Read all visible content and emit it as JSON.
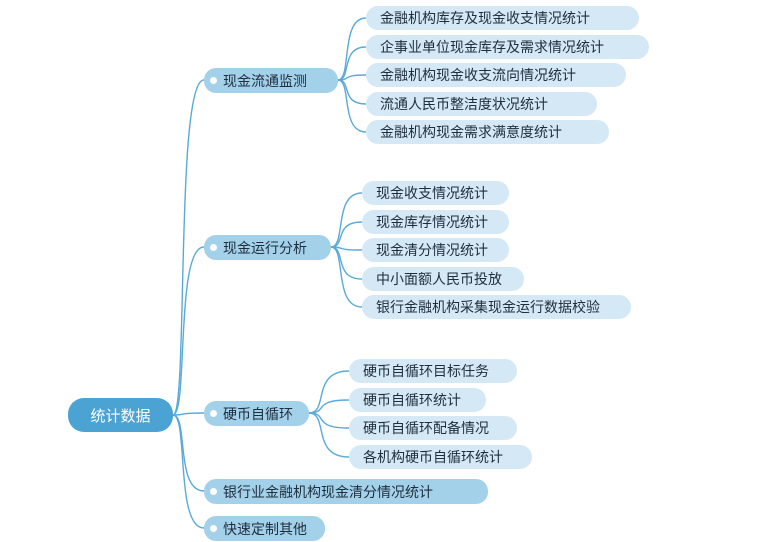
{
  "colors": {
    "root": "#4ba3d3",
    "branch": "#a3d1ea",
    "leaf": "#d4e9f5",
    "line": "#5aaad8"
  },
  "root": {
    "label": "统计数据"
  },
  "branches": [
    {
      "label": "现金流通监测",
      "children": [
        "金融机构库存及现金收支情况统计",
        "企事业单位现金库存及需求情况统计",
        "金融机构现金收支流向情况统计",
        "流通人民币整洁度状况统计",
        "金融机构现金需求满意度统计"
      ]
    },
    {
      "label": "现金运行分析",
      "children": [
        "现金收支情况统计",
        "现金库存情况统计",
        "现金清分情况统计",
        "中小面额人民币投放",
        "银行金融机构采集现金运行数据校验"
      ]
    },
    {
      "label": "硬币自循环",
      "children": [
        "硬币自循环目标任务",
        "硬币自循环统计",
        "硬币自循环配备情况",
        "各机构硬币自循环统计"
      ]
    },
    {
      "label": "银行业金融机构现金清分情况统计",
      "children": []
    },
    {
      "label": "快速定制其他",
      "children": []
    }
  ]
}
